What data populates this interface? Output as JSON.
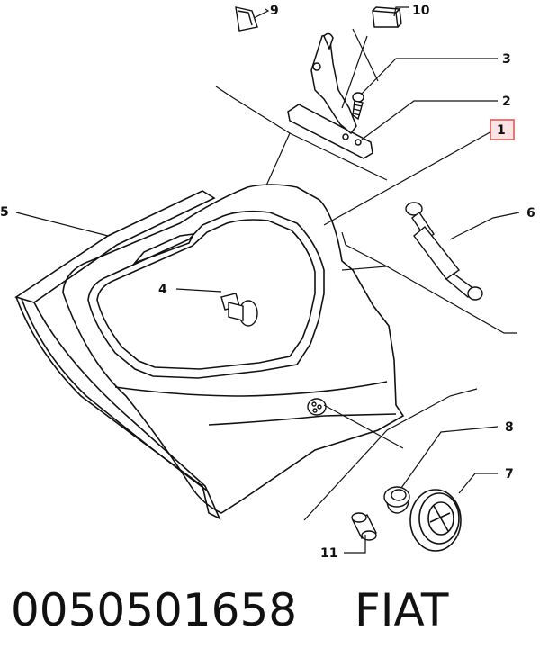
{
  "callouts": [
    {
      "id": "1",
      "highlighted": true
    },
    {
      "id": "2"
    },
    {
      "id": "3"
    },
    {
      "id": "4"
    },
    {
      "id": "5"
    },
    {
      "id": "6"
    },
    {
      "id": "7"
    },
    {
      "id": "8"
    },
    {
      "id": "9"
    },
    {
      "id": "10"
    },
    {
      "id": "11"
    }
  ],
  "footer": {
    "part_number": "0050501658",
    "brand": "FIAT"
  },
  "colors": {
    "highlight_border": "#d9534f",
    "highlight_fill": "#fde3e3",
    "line": "#111111"
  }
}
